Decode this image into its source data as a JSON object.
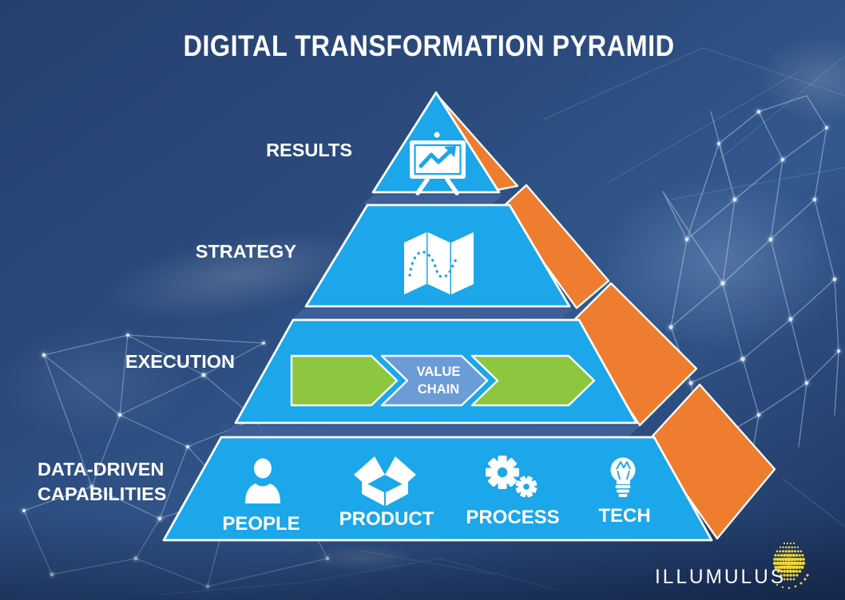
{
  "title": "DIGITAL TRANSFORMATION PYRAMID",
  "colors": {
    "tier_blue": "#1BA7E9",
    "side_orange": "#EE7D2F",
    "chevron_green": "#8DC63F",
    "chevron_blue": "#6C9CD6",
    "background_navy": "#2C4C7E",
    "text_white": "#FFFFFF"
  },
  "tiers": [
    {
      "label": "RESULTS",
      "icon": "presentation-growth-chart-icon"
    },
    {
      "label": "STRATEGY",
      "icon": "roadmap-route-icon"
    },
    {
      "label": "EXECUTION",
      "icon": "value-chain-arrows",
      "value_chain": {
        "line1": "VALUE",
        "line2": "CHAIN"
      }
    },
    {
      "label_line1": "DATA-DRIVEN",
      "label_line2": "CAPABILITIES",
      "categories": [
        {
          "label": "PEOPLE",
          "icon": "person-icon"
        },
        {
          "label": "PRODUCT",
          "icon": "open-box-icon"
        },
        {
          "label": "PROCESS",
          "icon": "gears-icon"
        },
        {
          "label": "TECH",
          "icon": "lightbulb-icon"
        }
      ]
    }
  ],
  "brand": {
    "name": "ILLUMULUS",
    "globe_icon": "dotted-globe-icon",
    "globe_color": "#F2D638"
  }
}
